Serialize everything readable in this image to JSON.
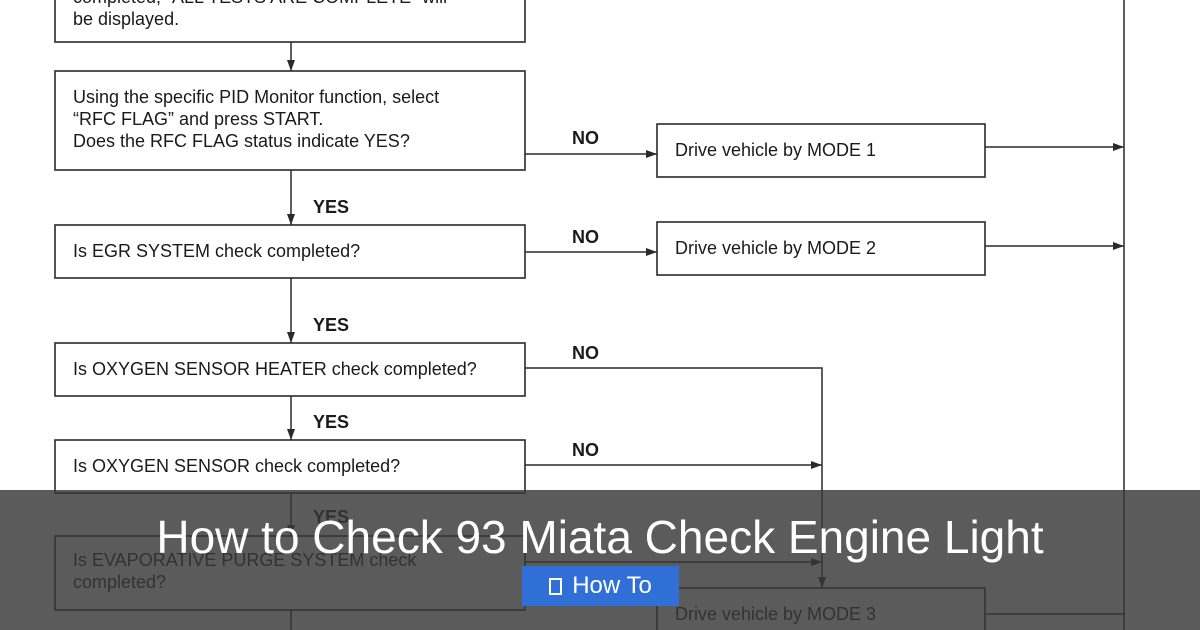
{
  "diagram": {
    "boxes": [
      {
        "id": "box-top",
        "lines": [
          "completed, “ALL TESTS ARE COMPLETE” will",
          "be displayed."
        ]
      },
      {
        "id": "box-rfc-flag",
        "lines": [
          "Using the specific PID Monitor function, select",
          "“RFC FLAG” and press START.",
          "Does the RFC FLAG status indicate YES?"
        ]
      },
      {
        "id": "box-egr",
        "lines": [
          "Is EGR SYSTEM check completed?"
        ]
      },
      {
        "id": "box-o2-heater",
        "lines": [
          "Is OXYGEN SENSOR HEATER check completed?"
        ]
      },
      {
        "id": "box-o2-sensor",
        "lines": [
          "Is OXYGEN SENSOR check completed?"
        ]
      },
      {
        "id": "box-evap",
        "lines": [
          "Is EVAPORATIVE PURGE SYSTEM check",
          "completed?"
        ]
      },
      {
        "id": "box-mode1",
        "lines": [
          "Drive vehicle by MODE 1"
        ]
      },
      {
        "id": "box-mode2",
        "lines": [
          "Drive vehicle by MODE 2"
        ]
      },
      {
        "id": "box-mode3",
        "lines": [
          "Drive vehicle by MODE 3"
        ]
      }
    ],
    "labels": {
      "yes": "YES",
      "no": "NO"
    }
  },
  "overlay": {
    "title": "How to Check 93 Miata Check Engine Light",
    "category": "How To",
    "category_icon": "document-icon",
    "category_color": "#2f6fd6"
  }
}
